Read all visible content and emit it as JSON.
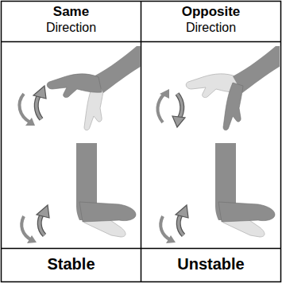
{
  "diagram": {
    "labels": [
      "Same",
      "Direction",
      "Opposite",
      "Direction",
      "Stable",
      "Unstable"
    ]
  }
}
